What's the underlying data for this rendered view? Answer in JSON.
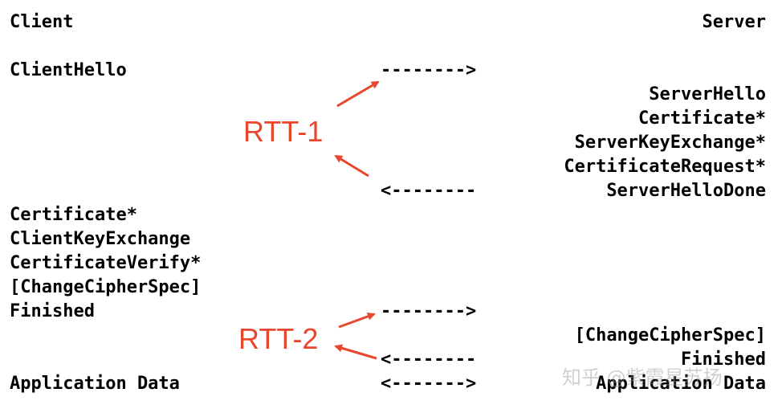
{
  "header": {
    "client": "Client",
    "server": "Server"
  },
  "client_messages": {
    "client_hello": "ClientHello",
    "certificate": "Certificate*",
    "client_key_exchange": "ClientKeyExchange",
    "certificate_verify": "CertificateVerify*",
    "change_cipher_spec": "[ChangeCipherSpec]",
    "finished": "Finished",
    "application_data": "Application Data"
  },
  "server_messages": {
    "server_hello": "ServerHello",
    "certificate": "Certificate*",
    "server_key_exchange": "ServerKeyExchange*",
    "certificate_request": "CertificateRequest*",
    "server_hello_done": "ServerHelloDone",
    "change_cipher_spec": "[ChangeCipherSpec]",
    "finished": "Finished",
    "application_data": "Application Data"
  },
  "arrows": {
    "to_server": "-------->",
    "to_client": "<--------",
    "both": "<------->"
  },
  "annotations": {
    "rtt1": "RTT-1",
    "rtt2": "RTT-2",
    "color": "#e8472e"
  },
  "watermark": "知乎 @紫霞星苏扬"
}
